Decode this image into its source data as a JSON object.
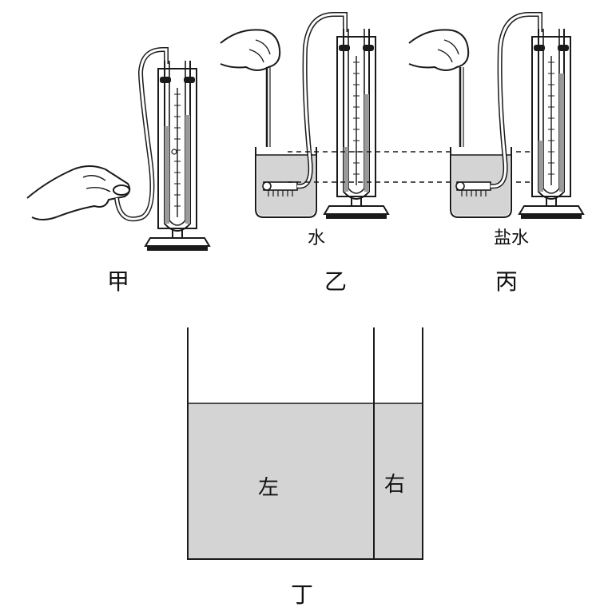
{
  "figure_labels": {
    "jia": "甲",
    "yi": "乙",
    "bing": "丙",
    "ding": "丁"
  },
  "liquid_labels": {
    "water": "水",
    "salt_water": "盐水"
  },
  "container_labels": {
    "left": "左",
    "right": "右"
  },
  "colors": {
    "liquid_gray": "#d4d4d4",
    "line": "#1a1a1a"
  }
}
